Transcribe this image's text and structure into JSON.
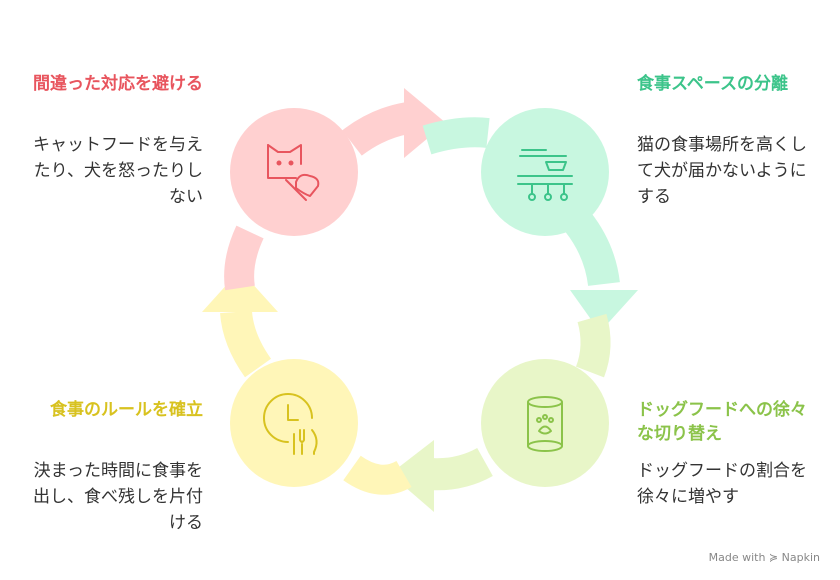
{
  "steps": [
    {
      "title": "間違った対応を避ける",
      "description": "キャットフードを与えたり、犬を怒ったりしない",
      "color": "#e8555e",
      "fill": "#ffd0d0"
    },
    {
      "title": "食事スペースの分離",
      "description": "猫の食事場所を高くして犬が届かないようにする",
      "color": "#3cc48a",
      "fill": "#c8f7e0"
    },
    {
      "title": "ドッグフードへの徐々な切り替え",
      "description": "ドッグフードの割合を徐々に増やす",
      "color": "#8bc34a",
      "fill": "#e8f6c8"
    },
    {
      "title": "食事のルールを確立",
      "description": "決まった時間に食事を出し、食べ残しを片付ける",
      "color": "#d8c21f",
      "fill": "#fff6b8"
    }
  ],
  "icons": {
    "step1": "cat-heart-icon",
    "step2": "elevated-bowl-icon",
    "step3": "pet-food-can-icon",
    "step4": "clock-utensils-icon"
  },
  "footer": "Made with ≽ Napkin"
}
